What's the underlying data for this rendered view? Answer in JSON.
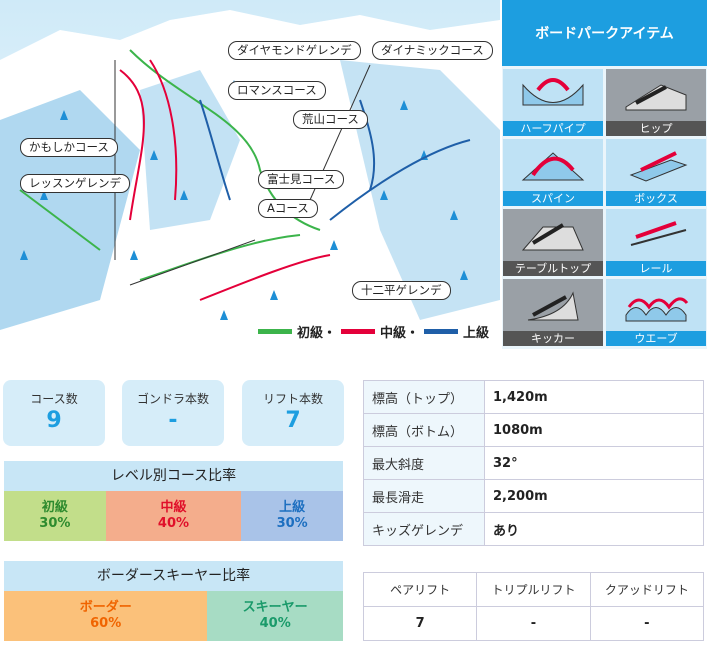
{
  "map": {
    "course_labels": [
      "ダイヤモンドゲレンデ",
      "ダイナミックコース",
      "ロマンスコース",
      "荒山コース",
      "かもしかコース",
      "富士見コース",
      "レッスンゲレンデ",
      "Aコース",
      "十二平ゲレンデ"
    ],
    "legend": {
      "beginner": "初級・",
      "intermediate": "中級・",
      "advanced": "上級",
      "colors": {
        "beginner": "#3cb44b",
        "intermediate": "#e4003a",
        "advanced": "#1f5fa8"
      }
    }
  },
  "park": {
    "title": "ボードパークアイテム",
    "items": [
      {
        "label": "ハーフパイプ",
        "icon": "halfpipe-icon"
      },
      {
        "label": "ヒップ",
        "icon": "hip-icon"
      },
      {
        "label": "スパイン",
        "icon": "spine-icon"
      },
      {
        "label": "ボックス",
        "icon": "box-icon"
      },
      {
        "label": "テーブルトップ",
        "icon": "tabletop-icon"
      },
      {
        "label": "レール",
        "icon": "rail-icon"
      },
      {
        "label": "キッカー",
        "icon": "kicker-icon"
      },
      {
        "label": "ウエーブ",
        "icon": "wave-icon"
      }
    ]
  },
  "stats": {
    "courses": {
      "label": "コース数",
      "value": "9"
    },
    "gondolas": {
      "label": "ゴンドラ本数",
      "value": "-"
    },
    "lifts": {
      "label": "リフト本数",
      "value": "7"
    }
  },
  "level_ratio": {
    "title": "レベル別コース比率",
    "beginner": {
      "label": "初級",
      "value": "30%"
    },
    "intermediate": {
      "label": "中級",
      "value": "40%"
    },
    "advanced": {
      "label": "上級",
      "value": "30%"
    }
  },
  "boarder_ratio": {
    "title": "ボーダースキーヤー比率",
    "boarder": {
      "label": "ボーダー",
      "value": "60%"
    },
    "skier": {
      "label": "スキーヤー",
      "value": "40%"
    }
  },
  "spec": {
    "top_alt": {
      "label": "標高（トップ）",
      "value": "1,420m"
    },
    "bottom_alt": {
      "label": "標高（ボトム）",
      "value": "1080m"
    },
    "max_slope": {
      "label": "最大斜度",
      "value": "32°"
    },
    "longest": {
      "label": "最長滑走",
      "value": "2,200m"
    },
    "kids": {
      "label": "キッズゲレンデ",
      "value": "あり"
    }
  },
  "lift_types": {
    "headers": [
      "ペアリフト",
      "トリプルリフト",
      "クアッドリフト"
    ],
    "values": [
      "7",
      "-",
      "-"
    ]
  }
}
